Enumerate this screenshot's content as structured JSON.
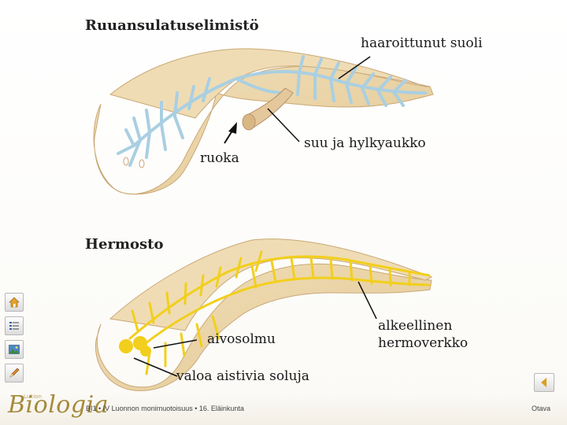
{
  "sections": {
    "digestive": {
      "title": "Ruuansulatuselimistö",
      "labels": {
        "branched_gut": "haaroittunut suoli",
        "mouth": "suu ja hylkyaukko",
        "food": "ruoka"
      }
    },
    "nervous": {
      "title": "Hermosto",
      "labels": {
        "ganglion": "aivosolmu",
        "nerve_net_line1": "alkeellinen",
        "nerve_net_line2": "hermoverkko",
        "eyespots": "valoa aistivia soluja"
      }
    }
  },
  "colors": {
    "body_fill": "#e9d2a5",
    "gut": "#a9cfe2",
    "nerve": "#f2cf1c",
    "brand": "#a58a3c"
  },
  "sidebar": {
    "icons": [
      "home-icon",
      "list-icon",
      "image-icon",
      "pencil-icon"
    ]
  },
  "footer": {
    "brand_small": "Lukion",
    "brand": "Biologia",
    "text": "BI1 • IV Luonnon monimuotoisuus • 16. Eläinkunta",
    "publisher": "Otava"
  },
  "nav": {
    "back_icon": "arrow-left-icon"
  }
}
